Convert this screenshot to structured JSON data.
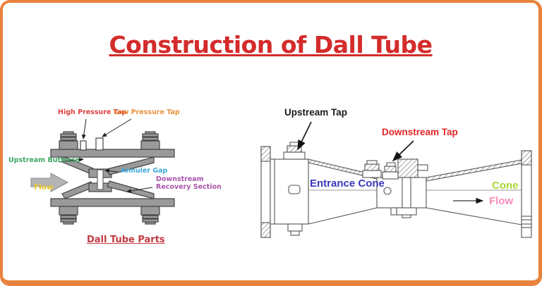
{
  "frame": {
    "border_color": "#E8823C",
    "background": "#FFFFFF"
  },
  "title": {
    "text": "Construction of Dall Tube",
    "color": "#D42B2B"
  },
  "left_diagram": {
    "caption": {
      "text": "Dall Tube Parts",
      "color": "#C23B42"
    },
    "labels": {
      "high_pressure_tap": {
        "text": "High Pressure Tap",
        "color": "#E04040"
      },
      "low_pressure_tap": {
        "text": "Low Pressure Tap",
        "color": "#E8923E"
      },
      "upstream_buttress": {
        "text": "Upstream Buttress",
        "color": "#3FA865"
      },
      "annular_gap": {
        "text": "Annuler Gap",
        "color": "#3FA8D8"
      },
      "downstream_recovery_section": {
        "text": "Downstream Recovery Section",
        "color": "#A855A8"
      },
      "flow": {
        "text": "Flow",
        "color": "#E8C832"
      }
    },
    "drawing_colors": {
      "body_fill": "#9A9A9A",
      "outline": "#444444",
      "flow_arrow_fill": "#B4B4B4"
    }
  },
  "right_diagram": {
    "labels": {
      "upstream_tap": {
        "text": "Upstream Tap",
        "color": "#1A1A1A"
      },
      "downstream_tap": {
        "text": "Downstream Tap",
        "color": "#E02525"
      },
      "entrance_cone": {
        "text": "Entrance Cone",
        "color": "#3838B8"
      },
      "cone": {
        "text": "Cone",
        "color": "#A8D838"
      },
      "flow": {
        "text": "Flow",
        "color": "#F78CBB"
      }
    },
    "drawing_colors": {
      "outline": "#555555"
    }
  }
}
